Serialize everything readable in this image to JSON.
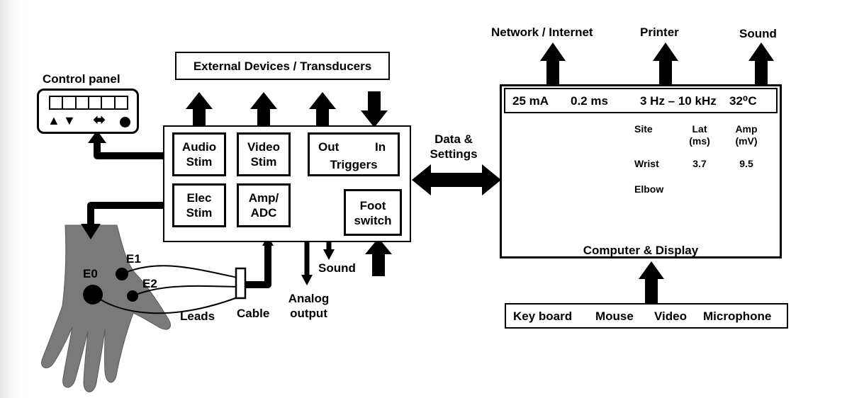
{
  "control_panel": {
    "title": "Control panel"
  },
  "external_devices": {
    "title": "External Devices / Transducers"
  },
  "stim_module": {
    "audio_stim": "Audio\nStim",
    "video_stim": "Video\nStim",
    "triggers_out": "Out",
    "triggers_in": "In",
    "triggers_label": "Triggers",
    "elec_stim": "Elec\nStim",
    "amp_adc": "Amp/\nADC",
    "foot_switch": "Foot\nswitch"
  },
  "data_link": {
    "label": "Data &\nSettings"
  },
  "outputs": {
    "network": "Network / Internet",
    "printer": "Printer",
    "sound_top": "Sound"
  },
  "display": {
    "readout": [
      "25 mA",
      "0.2 ms",
      "3 Hz – 10 kHz",
      "32⁰C"
    ],
    "table": {
      "headers": [
        "Site",
        "Lat\n(ms)",
        "Amp\n(mV)"
      ],
      "rows": [
        [
          "Wrist",
          "3.7",
          "9.5"
        ],
        [
          "Elbow",
          "",
          ""
        ]
      ]
    },
    "caption": "Computer & Display"
  },
  "inputs": [
    "Key board",
    "Mouse",
    "Video",
    "Microphone"
  ],
  "hand": {
    "e0": "E0",
    "e1": "E1",
    "e2": "E2",
    "leads": "Leads",
    "cable": "Cable"
  },
  "sound_output": "Sound",
  "analog_output": "Analog\noutput",
  "colors": {
    "line": "#000000",
    "hand": "#7a7a7a",
    "background": "#ffffff"
  }
}
